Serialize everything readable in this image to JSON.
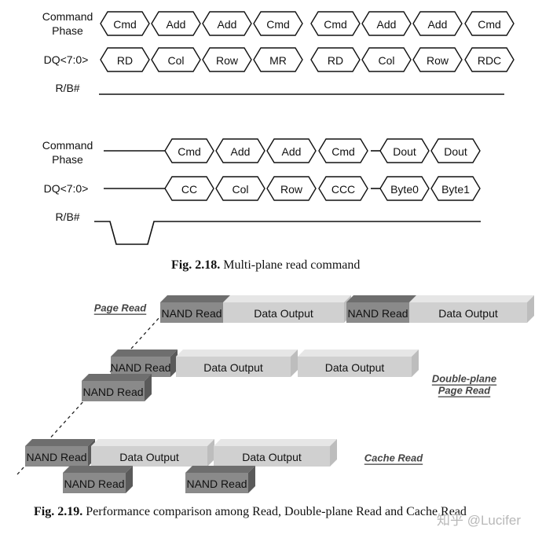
{
  "timing_top": {
    "label_command": "Command",
    "label_phase": "Phase",
    "label_dq": "DQ<7:0>",
    "label_rb": "R/B#",
    "command": [
      "Cmd",
      "Add",
      "Add",
      "Cmd",
      "Cmd",
      "Add",
      "Add",
      "Cmd"
    ],
    "dq": [
      "RD",
      "Col",
      "Row",
      "MR",
      "RD",
      "Col",
      "Row",
      "RDC"
    ]
  },
  "timing_bottom": {
    "label_command": "Command",
    "label_phase": "Phase",
    "label_dq": "DQ<7:0>",
    "label_rb": "R/B#",
    "command": [
      "Cmd",
      "Add",
      "Add",
      "Cmd",
      "Dout",
      "Dout"
    ],
    "dq": [
      "CC",
      "Col",
      "Row",
      "CCC",
      "Byte0",
      "Byte1"
    ]
  },
  "fig218": {
    "num": "Fig. 2.18.",
    "text": " Multi-plane read command"
  },
  "perf": {
    "page_read": "Page Read",
    "double_plane_1": "Double-plane",
    "double_plane_2": "Page Read",
    "cache_read": "Cache Read",
    "nand_read": "NAND Read",
    "data_output": "Data Output"
  },
  "fig219": {
    "num": "Fig. 2.19.",
    "text": " Performance comparison among Read, Double-plane Read and Cache Read"
  },
  "watermark": "知乎 @Lucifer",
  "colors": {
    "nand_front": "#8a8a8a",
    "nand_top": "#6e6e6e",
    "nand_side": "#5a5a5a",
    "data_front": "#d0d0d0",
    "data_top": "#e6e6e6",
    "data_side": "#bdbdbd"
  }
}
